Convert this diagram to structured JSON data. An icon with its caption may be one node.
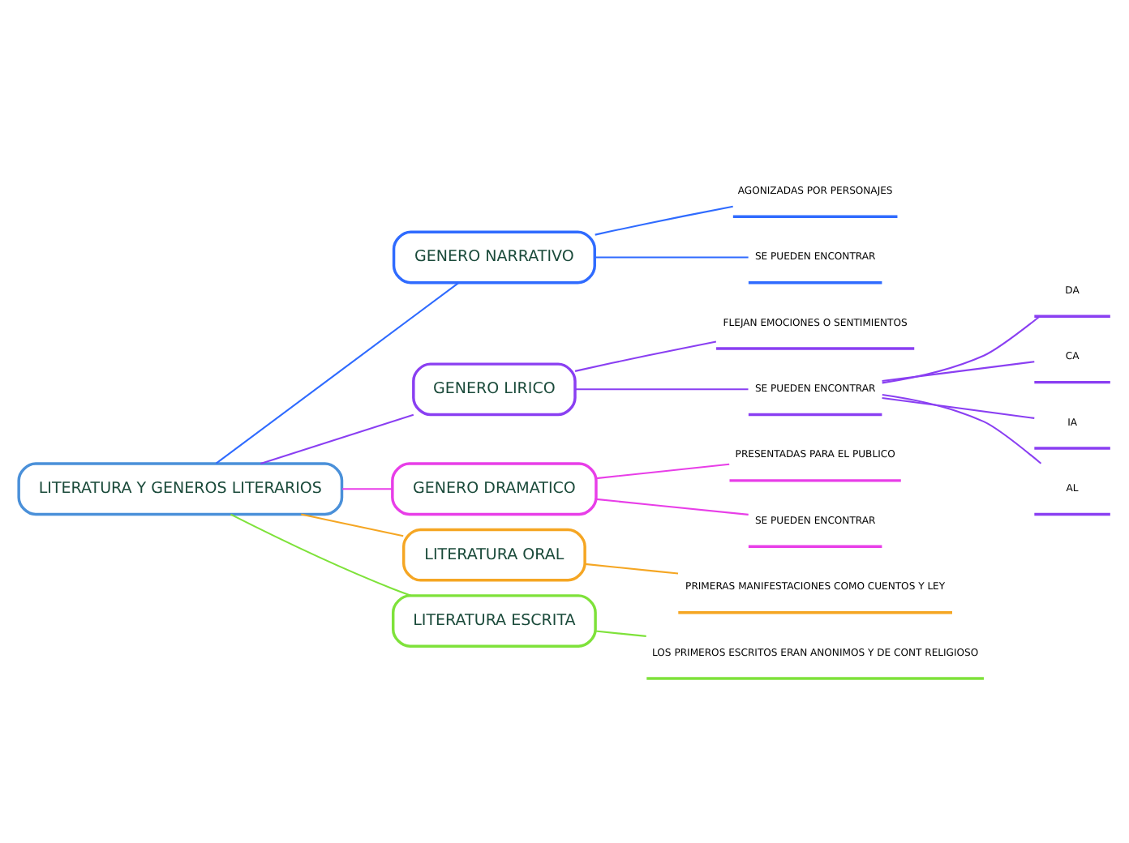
{
  "diagram": {
    "nodes": [
      {
        "text": [
          "LITERATURA Y GENEROS LITERARIOS"
        ]
      },
      {
        "text": [
          "GENERO NARRATIVO"
        ]
      },
      {
        "text": [
          "AGONIZADAS POR PERSONAJES"
        ]
      },
      {
        "text": [
          "SE PUEDEN ENCONTRAR"
        ]
      },
      {
        "text": [
          "GENERO LIRICO"
        ]
      },
      {
        "text": [
          "FLEJAN EMOCIONES O SENTIMIENTOS"
        ]
      },
      {
        "text": [
          "SE PUEDEN ENCONTRAR"
        ]
      },
      {
        "text": [
          "DA"
        ]
      },
      {
        "text": [
          "CA"
        ]
      },
      {
        "text": [
          "IA"
        ]
      },
      {
        "text": [
          "AL"
        ]
      },
      {
        "text": [
          "GENERO DRAMATICO"
        ]
      },
      {
        "text": [
          "PRESENTADAS PARA EL PUBLICO"
        ]
      },
      {
        "text": [
          "SE PUEDEN ENCONTRAR"
        ]
      },
      {
        "text": [
          "LITERATURA ORAL"
        ]
      },
      {
        "text": [
          "PRIMERAS MANIFESTACIONES COMO CUENTOS Y LEY"
        ]
      },
      {
        "text": [
          "LITERATURA ESCRITA"
        ]
      },
      {
        "text": [
          "LOS PRIMEROS ESCRITOS ERAN ANONIMOS Y DE CONT RELIGIOSO"
        ]
      }
    ],
    "edges": [
      {
        "from": 0,
        "to": 1,
        "arrow": "none",
        "color": "#2f6bff"
      },
      {
        "from": 1,
        "to": 2,
        "arrow": "none",
        "color": "#2f6bff"
      },
      {
        "from": 1,
        "to": 3,
        "arrow": "none",
        "color": "#2f6bff"
      },
      {
        "from": 0,
        "to": 4,
        "arrow": "none"
      },
      {
        "from": 4,
        "to": 5,
        "arrow": "none"
      },
      {
        "from": 4,
        "to": 6,
        "arrow": "none"
      },
      {
        "from": 6,
        "to": 7,
        "arrow": "none"
      },
      {
        "from": 6,
        "to": 8,
        "arrow": "none"
      },
      {
        "from": 6,
        "to": 9,
        "arrow": "none"
      },
      {
        "from": 6,
        "to": 10,
        "arrow": "none"
      },
      {
        "from": 0,
        "to": 11,
        "arrow": "none",
        "color": "#e83ee8"
      },
      {
        "from": 11,
        "to": 12,
        "arrow": "none",
        "color": "#e83ee8"
      },
      {
        "from": 11,
        "to": 13,
        "arrow": "none",
        "color": "#e83ee8"
      },
      {
        "from": 0,
        "to": 14,
        "arrow": "none",
        "color": "#f5a623"
      },
      {
        "from": 14,
        "to": 15,
        "arrow": "none",
        "color": "#f5a623"
      },
      {
        "from": 0,
        "to": 16,
        "arrow": "none",
        "color": "#7ee23a"
      },
      {
        "from": 16,
        "to": 17,
        "arrow": "none",
        "color": "#7ee23a"
      }
    ]
  }
}
